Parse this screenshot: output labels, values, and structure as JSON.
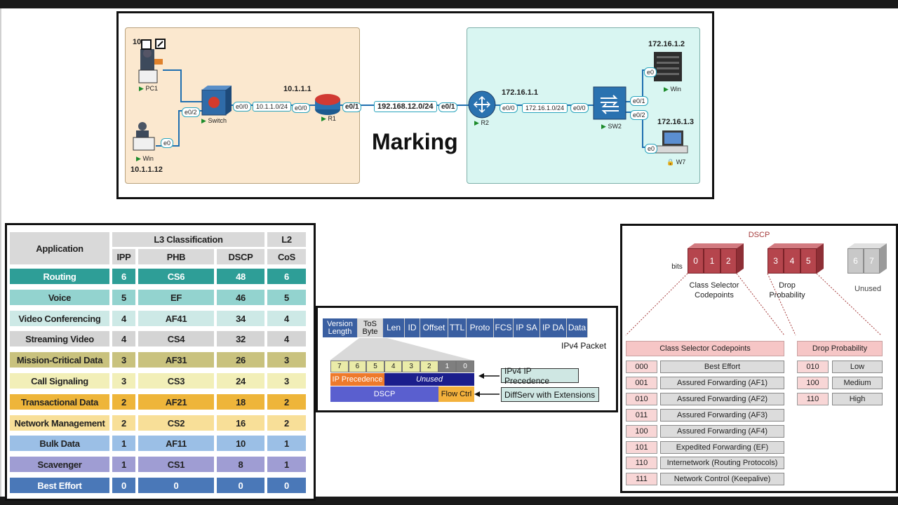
{
  "title": "Marking",
  "topology": {
    "left_ip_top": "10",
    "pc1_label": "PC1",
    "win_left_label": "Win",
    "win_left_ip": "10.1.1.12",
    "switch_label": "Switch",
    "r1_label": "R1",
    "r1_ip": "10.1.1.1",
    "r2_label": "R2",
    "r2_ip": "172.16.1.1",
    "sw2_label": "SW2",
    "win_right_label": "Win",
    "win_right_ip": "172.16.1.2",
    "w7_label": "W7",
    "w7_ip": "172.16.1.3",
    "if_sw_e02": "e0/2",
    "if_win_e0": "e0",
    "if_sw_e00": "e0/0",
    "net_left": "10.1.1.0/24",
    "if_r1_e00": "e0/0",
    "if_r1_e01": "e0/1",
    "net_mid": "192.168.12.0/24",
    "if_r2_e01": "e0/1",
    "if_r2_e00": "e0/0",
    "net_right": "172.16.1.0/24",
    "if_sw2_e00": "e0/0",
    "if_sw2_e01": "e0/1",
    "if_sw2_e02": "e0/2",
    "if_winr_e0": "e0",
    "if_w7_e0": "e0"
  },
  "qos_table": {
    "header_application": "Application",
    "header_l3": "L3 Classification",
    "header_l2": "L2",
    "header_ipp": "IPP",
    "header_phb": "PHB",
    "header_dscp": "DSCP",
    "header_cos": "CoS",
    "rows": [
      {
        "app": "Routing",
        "ipp": "6",
        "phb": "CS6",
        "dscp": "48",
        "cos": "6",
        "color": "#2e9e97",
        "text": "#ffffff"
      },
      {
        "app": "Voice",
        "ipp": "5",
        "phb": "EF",
        "dscp": "46",
        "cos": "5",
        "color": "#93d3cf",
        "text": "#222222"
      },
      {
        "app": "Video Conferencing",
        "ipp": "4",
        "phb": "AF41",
        "dscp": "34",
        "cos": "4",
        "color": "#cde9e6",
        "text": "#222222"
      },
      {
        "app": "Streaming Video",
        "ipp": "4",
        "phb": "CS4",
        "dscp": "32",
        "cos": "4",
        "color": "#d4d4d4",
        "text": "#222222"
      },
      {
        "app": "Mission-Critical Data",
        "ipp": "3",
        "phb": "AF31",
        "dscp": "26",
        "cos": "3",
        "color": "#c9c27e",
        "text": "#222222"
      },
      {
        "app": "Call Signaling",
        "ipp": "3",
        "phb": "CS3",
        "dscp": "24",
        "cos": "3",
        "color": "#f2efb8",
        "text": "#222222"
      },
      {
        "app": "Transactional Data",
        "ipp": "2",
        "phb": "AF21",
        "dscp": "18",
        "cos": "2",
        "color": "#eeb53a",
        "text": "#222222"
      },
      {
        "app": "Network Management",
        "ipp": "2",
        "phb": "CS2",
        "dscp": "16",
        "cos": "2",
        "color": "#f8df98",
        "text": "#222222"
      },
      {
        "app": "Bulk Data",
        "ipp": "1",
        "phb": "AF11",
        "dscp": "10",
        "cos": "1",
        "color": "#9bbfe6",
        "text": "#222222"
      },
      {
        "app": "Scavenger",
        "ipp": "1",
        "phb": "CS1",
        "dscp": "8",
        "cos": "1",
        "color": "#9f9dd3",
        "text": "#222222"
      },
      {
        "app": "Best Effort",
        "ipp": "0",
        "phb": "0",
        "dscp": "0",
        "cos": "0",
        "color": "#4a78b8",
        "text": "#ffffff"
      }
    ]
  },
  "ipv4_header": {
    "fields": [
      "Version Length",
      "ToS Byte",
      "Len",
      "ID",
      "Offset",
      "TTL",
      "Proto",
      "FCS",
      "IP SA",
      "IP DA",
      "Data"
    ],
    "packet_label": "IPv4 Packet",
    "bits": [
      "7",
      "6",
      "5",
      "4",
      "3",
      "2",
      "1",
      "0"
    ],
    "ip_precedence": "IP Precedence",
    "unused": "Unused",
    "dscp": "DSCP",
    "flow_ctrl": "Flow Ctrl",
    "callout_ipp": "IPv4 IP Precedence",
    "callout_diffserv": "DiffServ with Extensions"
  },
  "dscp_panel": {
    "title": "DSCP",
    "bits_label": "bits",
    "cs_bits": [
      "0",
      "1",
      "2"
    ],
    "dp_bits": [
      "3",
      "4",
      "5"
    ],
    "unused_bits": [
      "6",
      "7"
    ],
    "cs_caption_1": "Class Selector",
    "cs_caption_2": "Codepoints",
    "dp_caption_1": "Drop",
    "dp_caption_2": "Probability",
    "unused_caption": "Unused",
    "cs_header": "Class Selector Codepoints",
    "dp_header": "Drop Probability",
    "cs_rows": [
      {
        "code": "000",
        "name": "Best Effort"
      },
      {
        "code": "001",
        "name": "Assured Forwarding (AF1)"
      },
      {
        "code": "010",
        "name": "Assured Forwarding (AF2)"
      },
      {
        "code": "011",
        "name": "Assured Forwarding (AF3)"
      },
      {
        "code": "100",
        "name": "Assured Forwarding (AF4)"
      },
      {
        "code": "101",
        "name": "Expedited Forwarding (EF)"
      },
      {
        "code": "110",
        "name": "Internetwork (Routing Protocols)"
      },
      {
        "code": "111",
        "name": "Network Control (Keepalive)"
      }
    ],
    "dp_rows": [
      {
        "code": "010",
        "name": "Low"
      },
      {
        "code": "100",
        "name": "Medium"
      },
      {
        "code": "110",
        "name": "High"
      }
    ],
    "colors": {
      "red": "#b5454d",
      "red_dark": "#8e2f36",
      "gray": "#c8c8c8",
      "gray_dark": "#9a9a9a"
    }
  }
}
